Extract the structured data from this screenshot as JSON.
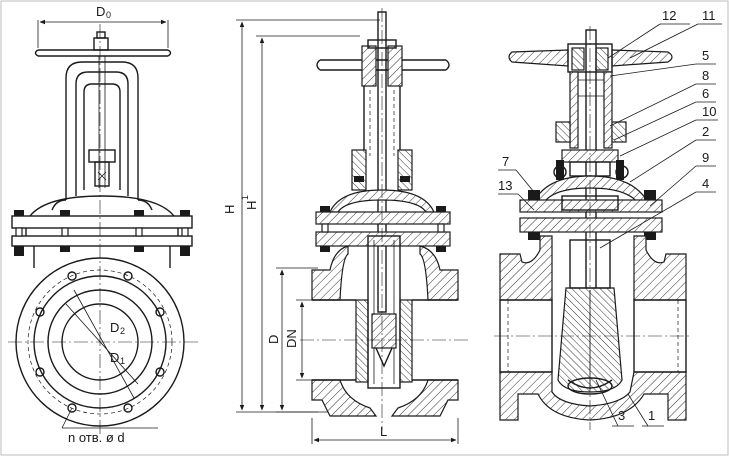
{
  "front_view": {
    "dim_d0": "D",
    "dim_d0_sub": "0",
    "dim_d2": "D",
    "dim_d2_sub": "2",
    "dim_d1": "D",
    "dim_d1_sub": "1",
    "holes_note": "n отв. ø d"
  },
  "side_view": {
    "dim_h": "H",
    "dim_h1": "H",
    "dim_h1_sub": "1",
    "dim_d": "D",
    "dim_dn": "DN",
    "dim_l": "L"
  },
  "section_view": {
    "callouts": [
      "12",
      "11",
      "5",
      "8",
      "6",
      "10",
      "2",
      "9",
      "4",
      "7",
      "13",
      "3",
      "1"
    ]
  }
}
